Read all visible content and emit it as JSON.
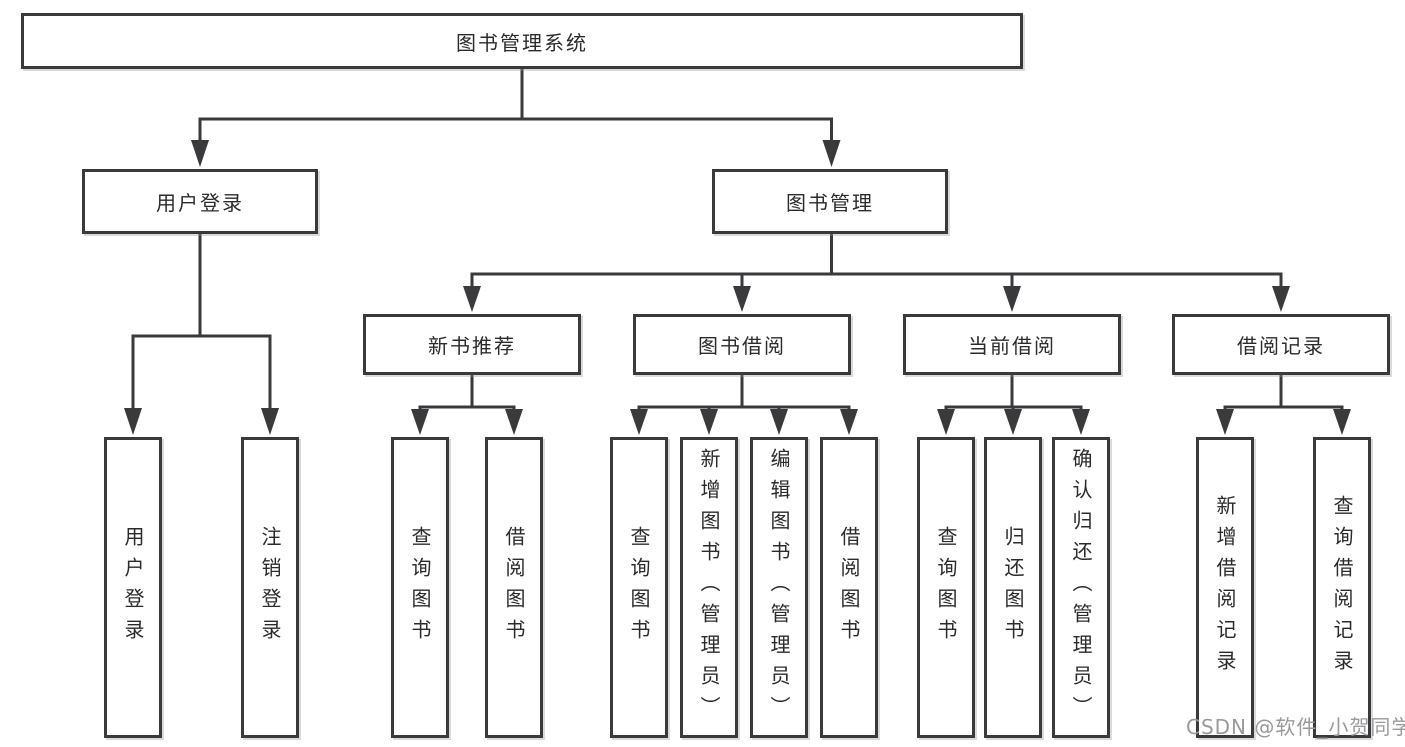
{
  "tree": {
    "root": {
      "label": "图书管理系统"
    },
    "branches": [
      {
        "label": "用户登录",
        "leaves": [
          "用户登录",
          "注销登录"
        ]
      },
      {
        "label": "图书管理",
        "groups": [
          {
            "label": "新书推荐",
            "leaves": [
              "查询图书",
              "借阅图书"
            ]
          },
          {
            "label": "图书借阅",
            "leaves": [
              "查询图书",
              "新增图书（管理员）",
              "编辑图书（管理员）",
              "借阅图书"
            ]
          },
          {
            "label": "当前借阅",
            "leaves": [
              "查询图书",
              "归还图书",
              "确认归还（管理员）"
            ]
          },
          {
            "label": "借阅记录",
            "leaves": [
              "新增借阅记录",
              "查询借阅记录"
            ]
          }
        ]
      }
    ]
  },
  "watermark": {
    "text": "CSDN @软件_小贺同学",
    "color": "#9a9a9c"
  },
  "colors": {
    "background": "#ffffff",
    "box_fill": "#ffffff",
    "box_border": "#3a3a3c",
    "line": "#3a3a3c",
    "text": "#2b2b2d"
  }
}
